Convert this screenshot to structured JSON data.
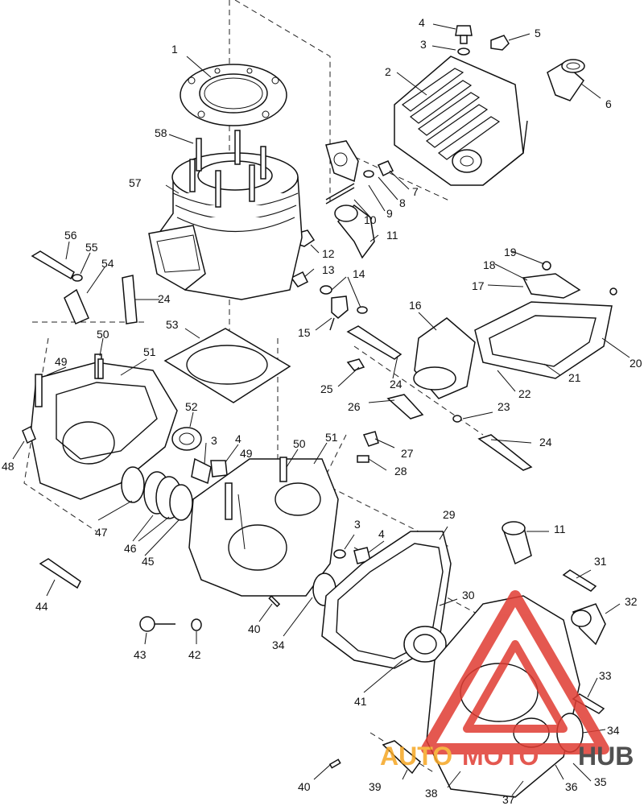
{
  "callouts": [
    "1",
    "2",
    "3",
    "4",
    "5",
    "6",
    "7",
    "8",
    "9",
    "10",
    "11",
    "12",
    "13",
    "14",
    "15",
    "16",
    "17",
    "18",
    "19",
    "20",
    "21",
    "22",
    "23",
    "24",
    "24",
    "24",
    "25",
    "26",
    "27",
    "28",
    "29",
    "30",
    "31",
    "32",
    "33",
    "34",
    "34",
    "35",
    "36",
    "37",
    "38",
    "39",
    "40",
    "40",
    "41",
    "42",
    "43",
    "44",
    "45",
    "46",
    "47",
    "48",
    "49",
    "49",
    "50",
    "50",
    "51",
    "51",
    "52",
    "53",
    "54",
    "55",
    "56",
    "57",
    "58",
    "3",
    "3",
    "4",
    "4",
    "11"
  ],
  "watermark": {
    "text_left": "AUTO",
    "text_mid": "MOTO",
    "text_right": "HUB",
    "colors": {
      "red": "#e03c32",
      "orange": "#f5a623",
      "dark": "#333333"
    }
  }
}
